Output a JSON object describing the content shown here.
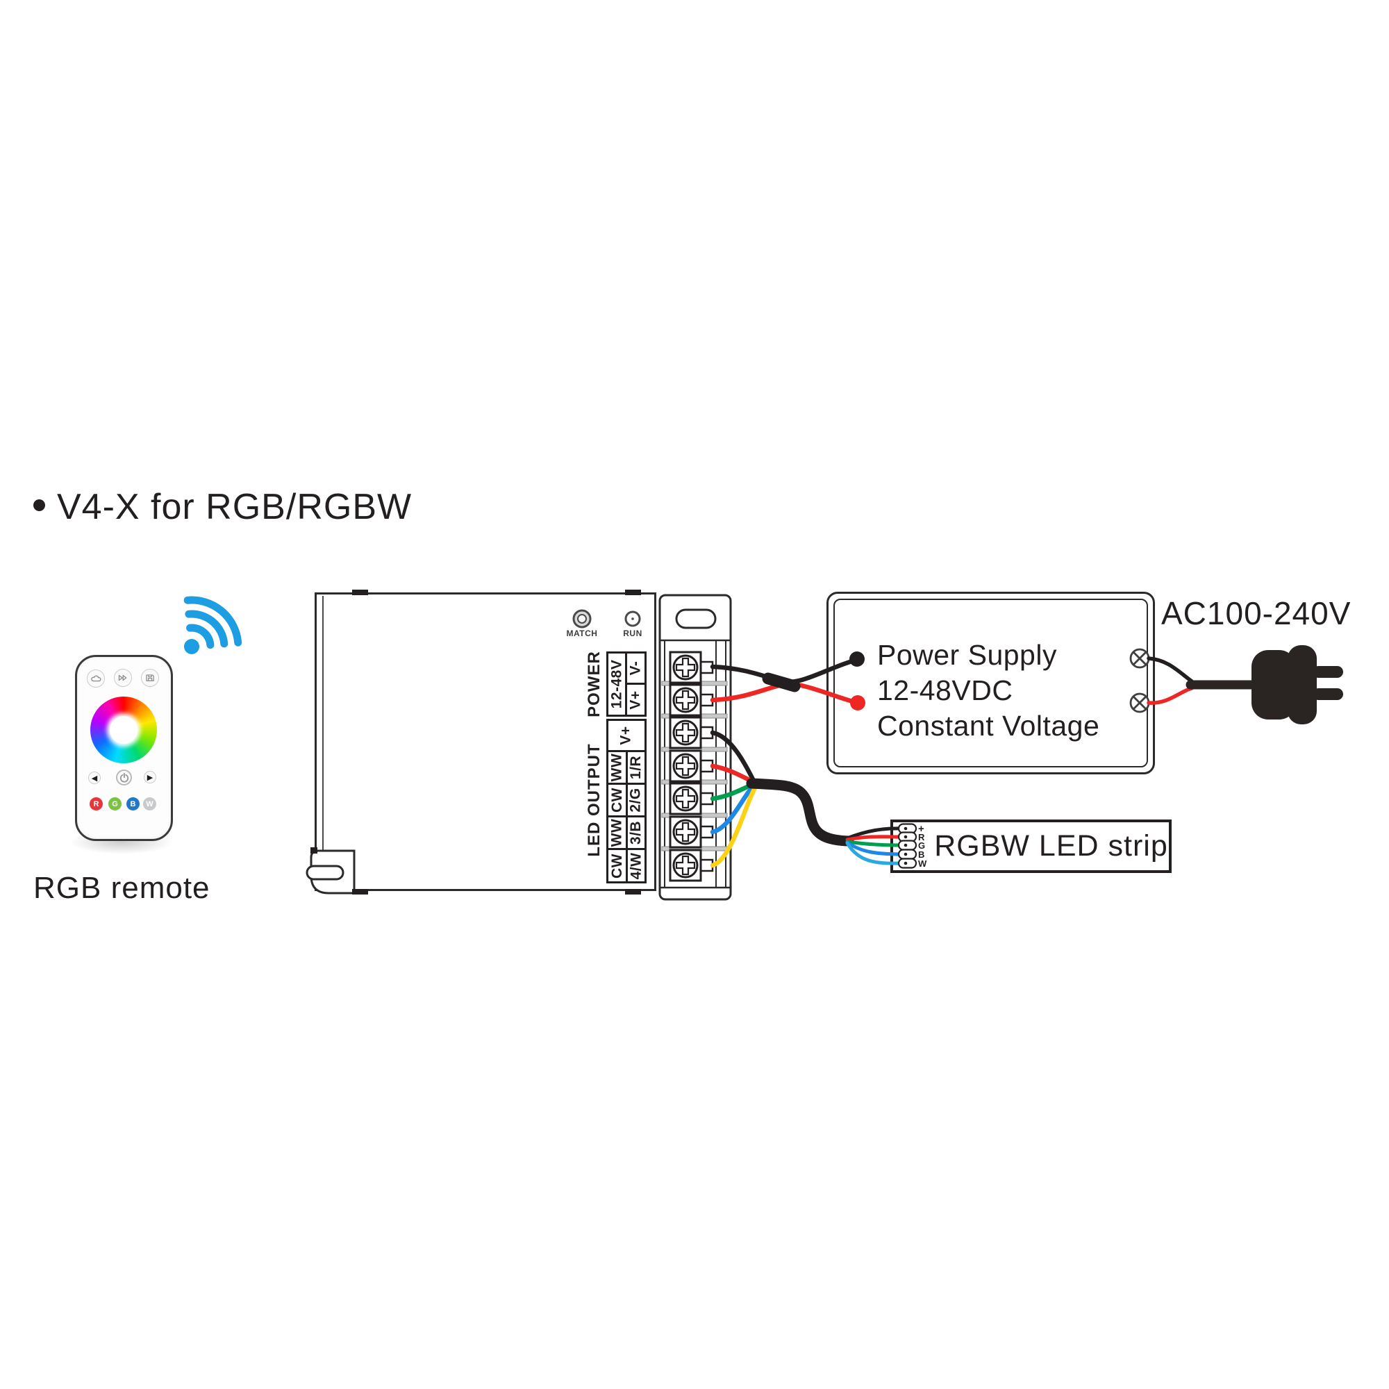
{
  "title": {
    "text": "V4-X for RGB/RGBW"
  },
  "remote": {
    "label": "RGB remote",
    "top_icons": [
      "cloud-mode-icon",
      "play-mode-icon",
      "save-scene-icon"
    ],
    "nav": {
      "left": "◀",
      "power_icon": "power-icon",
      "right": "▶"
    },
    "keys": [
      "R",
      "G",
      "B",
      "W"
    ],
    "key_colors": [
      "#e8353b",
      "#7cc242",
      "#2277c8",
      "#c8c9ca"
    ]
  },
  "wifi": {
    "icon": "wifi-signal-icon",
    "color": "#1d9ee2"
  },
  "controller": {
    "buttons": {
      "match": "MATCH",
      "run": "RUN"
    },
    "power_section": {
      "label": "POWER",
      "range": "12-48V",
      "neg": "V-",
      "pos": "V+"
    },
    "led_section": {
      "label": "LED OUTPUT",
      "common": "V+",
      "rows": [
        {
          "alt": "WW",
          "ch": "1/R"
        },
        {
          "alt": "CW",
          "ch": "2/G"
        },
        {
          "alt": "WW",
          "ch": "3/B"
        },
        {
          "alt": "CW",
          "ch": "4/W"
        }
      ]
    }
  },
  "power_supply": {
    "line1": "Power Supply",
    "line2": "12-48VDC",
    "line3": "Constant Voltage",
    "ac": "AC100-240V"
  },
  "led_strip": {
    "label": "RGBW LED strip",
    "pins": [
      "+",
      "R",
      "G",
      "B",
      "W"
    ]
  },
  "wire_colors": {
    "black": "#231f20",
    "red": "#ee2724",
    "green": "#009e4f",
    "blue": "#1e88e5",
    "yellow": "#fdd116",
    "white_ch": "#2aa9e0"
  }
}
